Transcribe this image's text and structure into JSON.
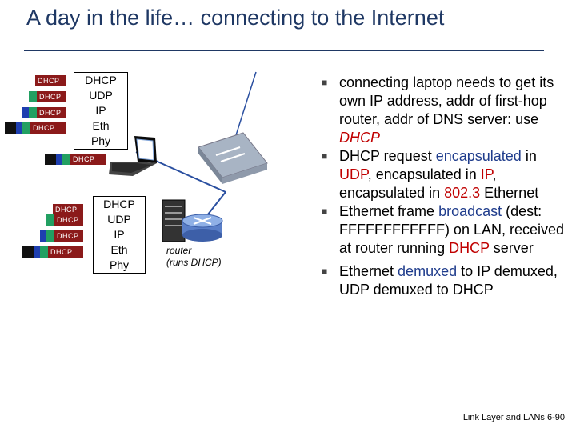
{
  "title": "A day in the life… connecting to the Internet",
  "packet_label": "DHCP",
  "laptop_stack": [
    "DHCP",
    "UDP",
    "IP",
    "Eth",
    "Phy"
  ],
  "router_stack": [
    "DHCP",
    "UDP",
    "IP",
    "Eth",
    "Phy"
  ],
  "router_label_1": "router",
  "router_label_2": "(runs DHCP)",
  "bullets": [
    [
      {
        "t": "connecting laptop needs to get its own IP address, addr of first-hop router, addr of DNS server: use ",
        "c": ""
      },
      {
        "t": "DHCP",
        "c": "red-italic"
      }
    ],
    [
      {
        "t": "DHCP request ",
        "c": ""
      },
      {
        "t": "encapsulated",
        "c": "blue"
      },
      {
        "t": " in ",
        "c": ""
      },
      {
        "t": "UDP",
        "c": "red"
      },
      {
        "t": ", encapsulated in ",
        "c": ""
      },
      {
        "t": "IP",
        "c": "red"
      },
      {
        "t": ", encapsulated in ",
        "c": ""
      },
      {
        "t": "802.3",
        "c": "red"
      },
      {
        "t": " Ethernet",
        "c": ""
      }
    ],
    [
      {
        "t": "Ethernet frame ",
        "c": ""
      },
      {
        "t": "broadcast",
        "c": "blue"
      },
      {
        "t": " (dest: FFFFFFFFFFFF) on LAN, received at router running ",
        "c": ""
      },
      {
        "t": "DHCP",
        "c": "red"
      },
      {
        "t": " server",
        "c": ""
      }
    ],
    [
      {
        "t": "Ethernet ",
        "c": ""
      },
      {
        "t": "demuxed",
        "c": "blue"
      },
      {
        "t": " to IP demuxed, UDP demuxed to DHCP",
        "c": ""
      }
    ]
  ],
  "footer": "Link Layer and LANs 6-90",
  "colors": {
    "title": "#1f3864",
    "dhcp": "#8b1a1a",
    "udp": "#22a062",
    "ip": "#1e3fb0",
    "eth": "#111111",
    "highlight_blue": "#1f3c8c",
    "highlight_red": "#c00000"
  }
}
